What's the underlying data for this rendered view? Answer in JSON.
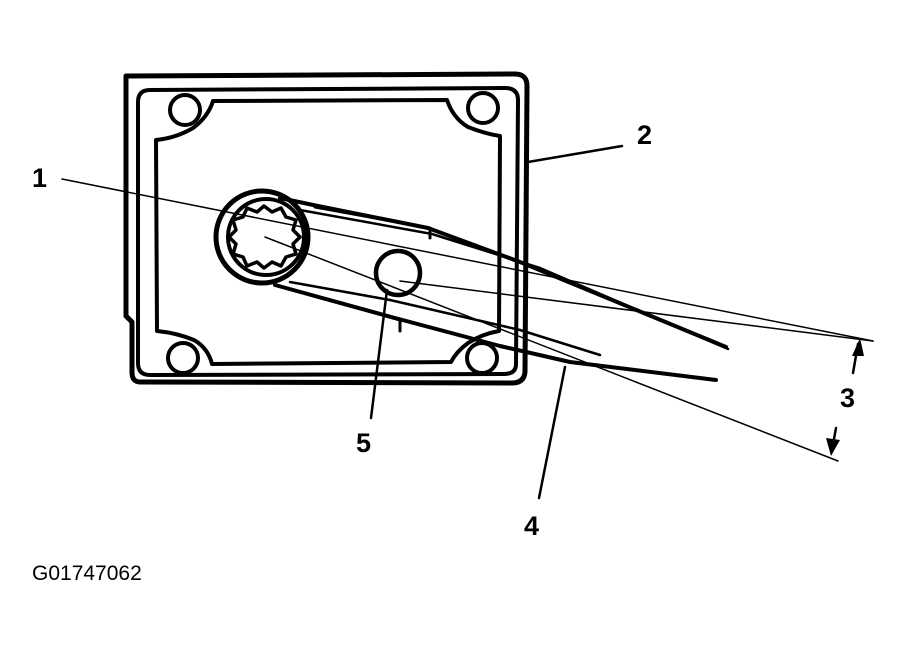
{
  "callouts": {
    "c1": "1",
    "c2": "2",
    "c3": "3",
    "c4": "4",
    "c5": "5"
  },
  "figure_code": "G01747062",
  "colors": {
    "ink": "#000000",
    "paper": "#ffffff"
  }
}
